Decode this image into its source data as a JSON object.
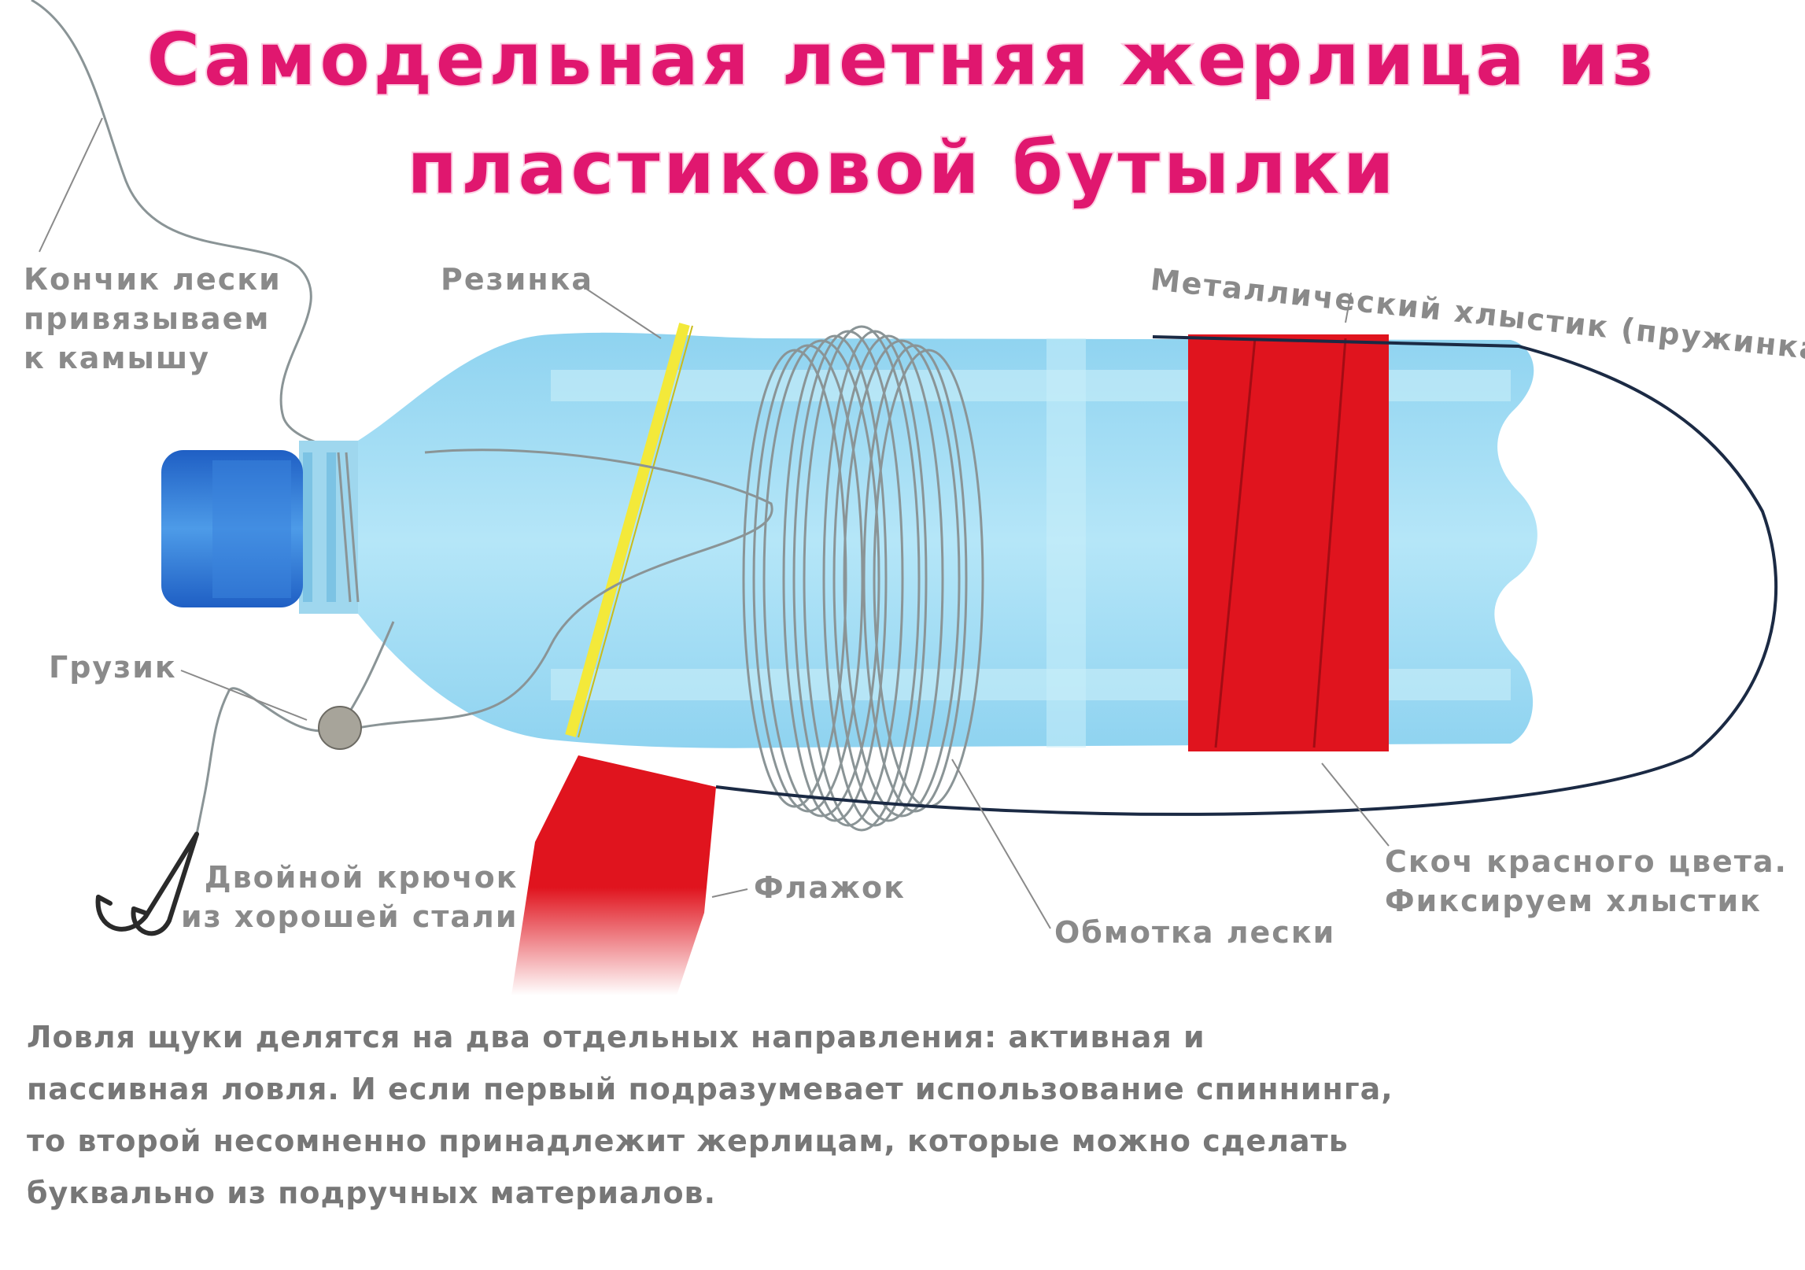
{
  "title": {
    "line1": "Самодельная летняя жерлица из",
    "line2": "пластиковой бутылки"
  },
  "labels": {
    "tip": [
      "Кончик лески",
      "привязываем",
      "к камышу"
    ],
    "rezinka": "Резинка",
    "hlystik": "Металлический хлыстик (пружинка)",
    "gruzik": "Грузик",
    "hook": [
      "Двойной крючок",
      "из хорошей стали"
    ],
    "flag": "Флажок",
    "winding": "Обмотка лески",
    "scotch": [
      "Скоч красного цвета.",
      "Фиксируем хлыстик"
    ]
  },
  "body_text": [
    "Ловля щуки делятся на два отдельных направления: активная и",
    "пассивная ловля. И если первый подразумевает использование спиннинга,",
    "то второй несомненно принадлежит жерлицам, которые можно сделать",
    "буквально из подручных материалов."
  ],
  "colors": {
    "title": "#e0176f",
    "label": "#8a8a8a",
    "bottle": "#9fdcf3",
    "cap": "#2f7fd8",
    "tape": "#e0141e",
    "rubber_band": "#f3e93a",
    "line": "#8a9496",
    "whip": "#1b2a44"
  }
}
